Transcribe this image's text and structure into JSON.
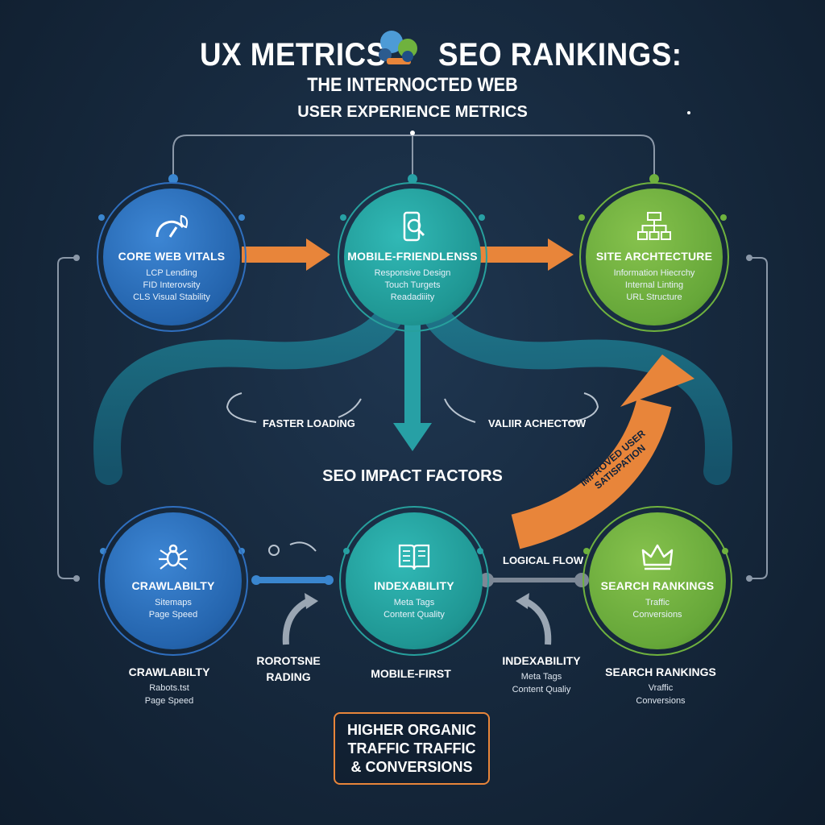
{
  "header": {
    "title_left": "UX METRICS",
    "title_right": "SEO RANKINGS:",
    "subtitle": "THE INTERNOCTED WEB",
    "section_top": "USER EXPERIENCE METRICS",
    "section_mid": "SEO IMPACT FACTORS"
  },
  "top_nodes": [
    {
      "title": "CORE WEB VITALS",
      "lines": [
        "LCP Lending",
        "FID Interovsity",
        "CLS Visual Stability"
      ],
      "icon": "speedometer-leaf-icon"
    },
    {
      "title": "MOBILE-FRIENDLENSS",
      "lines": [
        "Responsive Design",
        "Touch Turgets",
        "Readadiiity"
      ],
      "icon": "mobile-search-icon"
    },
    {
      "title": "SITE ARCHTECTURE",
      "lines": [
        "Information Hiecrchy",
        "Internal Linting",
        "URL Structure"
      ],
      "icon": "sitemap-icon"
    }
  ],
  "bottom_nodes": [
    {
      "title": "CRAWLABILTY",
      "lines": [
        "Sitemaps",
        "Page Speed"
      ],
      "icon": "spider-icon"
    },
    {
      "title": "INDEXABILITY",
      "lines": [
        "Meta Tags",
        "Content Quality"
      ],
      "icon": "book-icon"
    },
    {
      "title": "SEARCH RANKINGS",
      "lines": [
        "Traffic",
        "Conversions"
      ],
      "icon": "crown-icon"
    }
  ],
  "flow_labels": {
    "faster_loading": "FASTER LOADING",
    "valid_architecture": "VALIIR ACHECTOW",
    "logical_flow": "LOGICAL FLOW",
    "improved_satisfaction_1": "IMPROVED USER",
    "improved_satisfaction_2": "SATISPATION"
  },
  "bottom_columns": [
    {
      "title": "CRAWLABILTY",
      "lines": [
        "Rabots.tst",
        "Page Speed"
      ]
    },
    {
      "title": "ROROTSNE",
      "lines": [
        "RADING"
      ]
    },
    {
      "title": "MOBILE-FIRST",
      "lines": []
    },
    {
      "title": "INDEXABILITY",
      "lines": [
        "Meta Tags",
        "Content Qualiy"
      ]
    },
    {
      "title": "SEARCH RANKINGS",
      "lines": [
        "Vraffic",
        "Conversions"
      ]
    }
  ],
  "cta": {
    "line1": "HIGHER ORGANIC",
    "line2": "TRAFFIC TRAFFIC",
    "line3": "& CONVERSIONS"
  },
  "colors": {
    "blue": "#2464ad",
    "teal": "#1f9693",
    "green": "#66a739",
    "orange": "#e8853a",
    "background": "#172a3f"
  }
}
